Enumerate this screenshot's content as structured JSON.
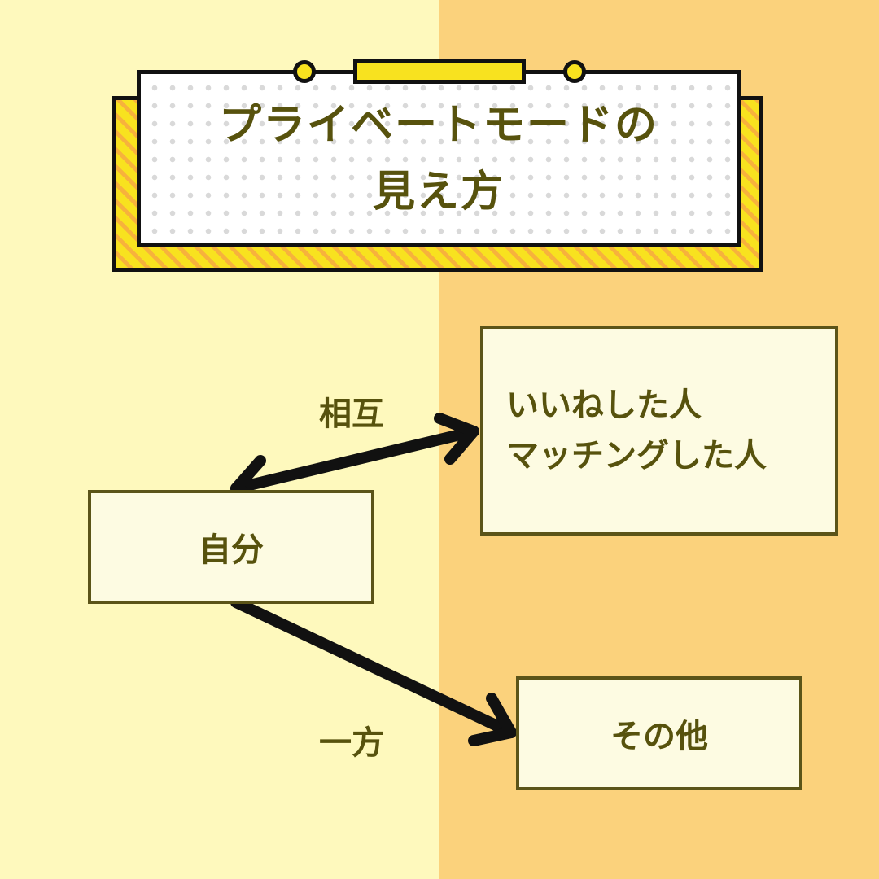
{
  "title": {
    "line1": "プライベートモードの",
    "line2": "見え方"
  },
  "nodes": {
    "self": "自分",
    "liked": {
      "line1": "いいねした人",
      "line2": "マッチングした人"
    },
    "other": "その他"
  },
  "edges": {
    "mutual": "相互",
    "oneway": "一方"
  },
  "colors": {
    "left_bg": "#fef9bd",
    "right_bg": "#fbd27c",
    "text": "#57520d",
    "accent_yellow": "#f8e21f",
    "stripe_orange": "#f7b23c",
    "box_border": "#5b5418",
    "box_fill": "#fdfbe2"
  }
}
